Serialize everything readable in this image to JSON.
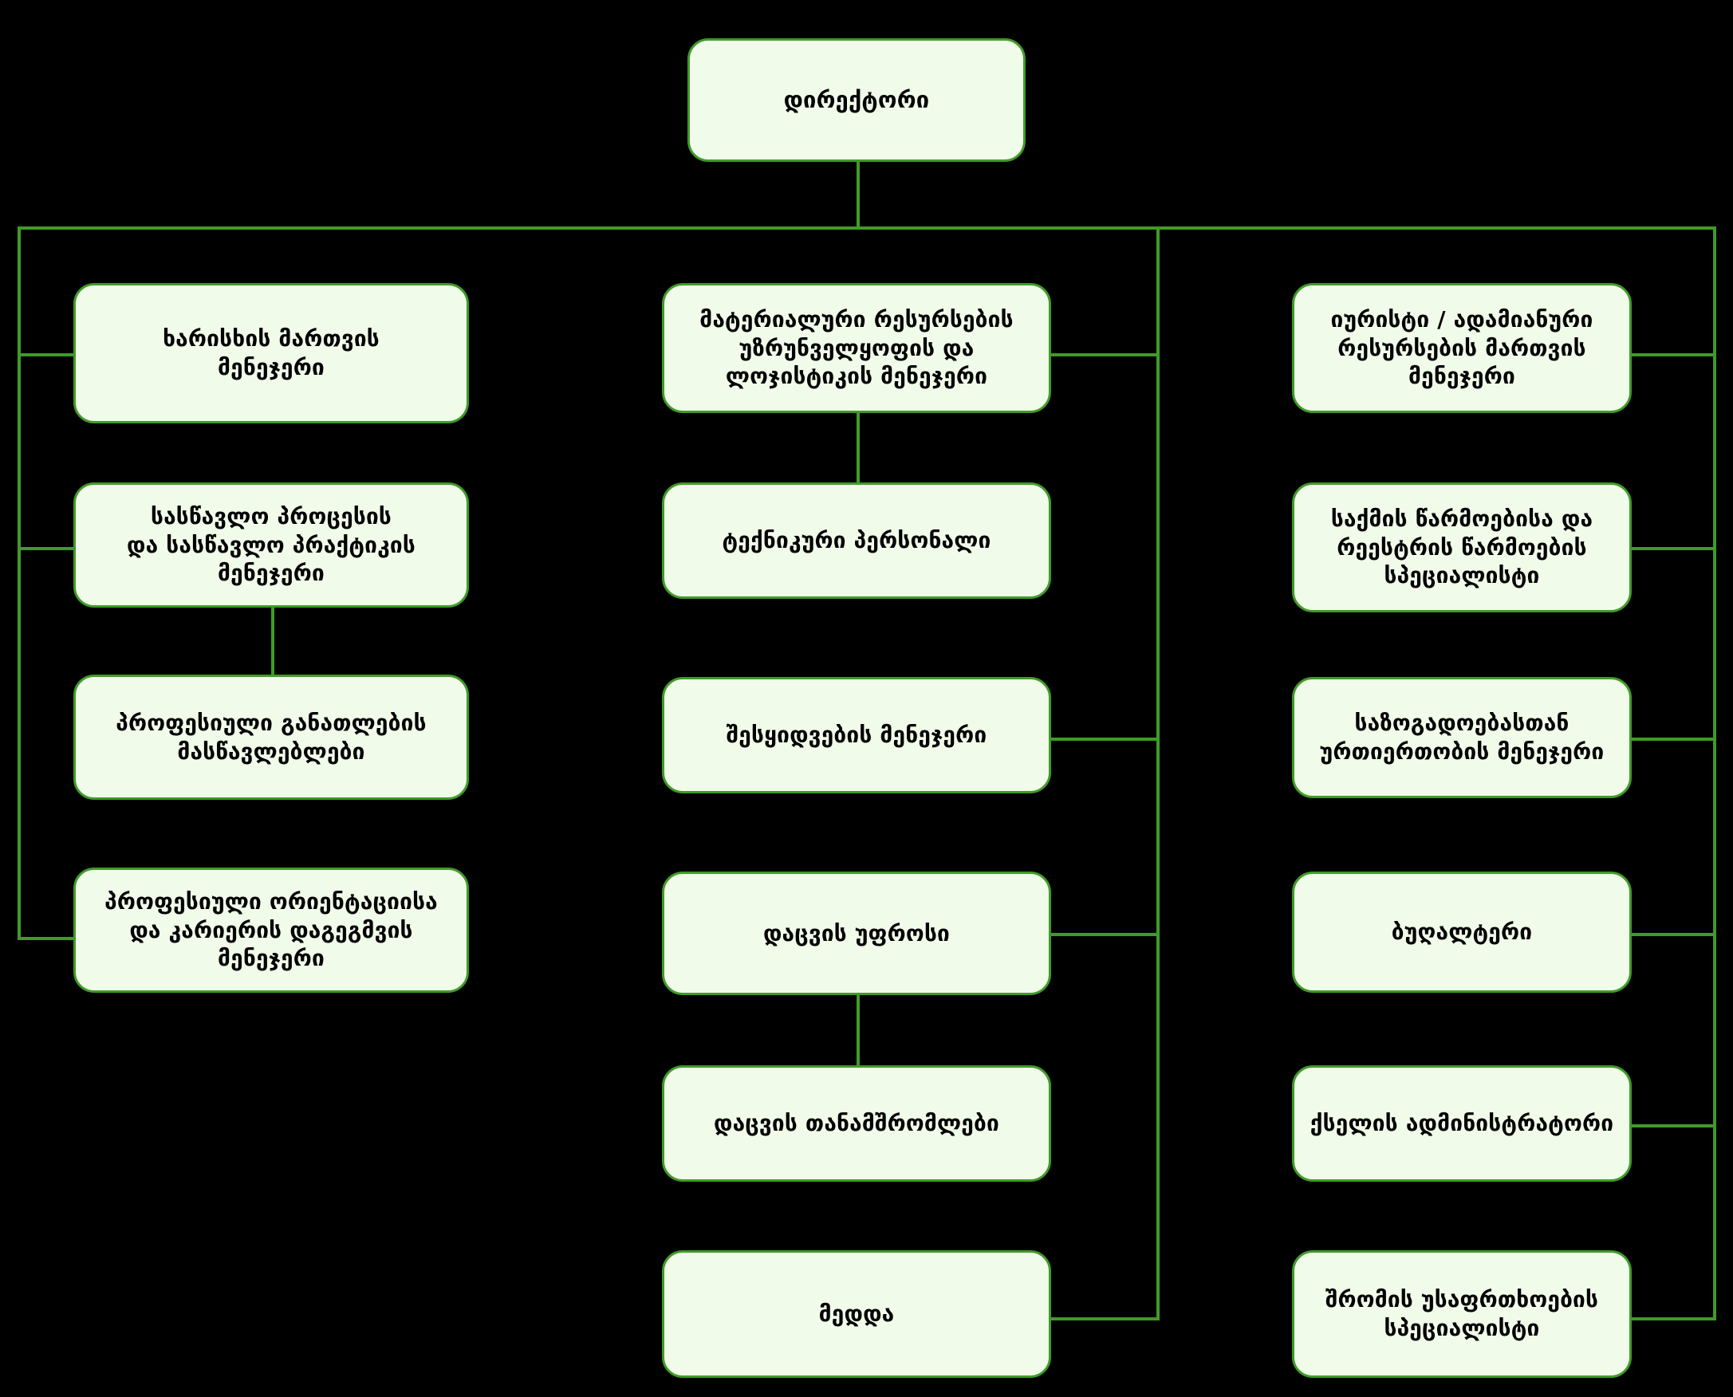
{
  "chart": {
    "title_node": {
      "label": "დირექტორი"
    },
    "colors": {
      "background": "#000000",
      "node_fill": "#f1fbe9",
      "node_border": "#3f9b28",
      "connector": "#3f9b28",
      "text": "#000000"
    },
    "columns": [
      {
        "name": "left-column",
        "nodes": [
          {
            "label": "ხარისხის მართვის\nმენეჯერი"
          },
          {
            "label": "სასწავლო პროცესის\nდა სასწავლო პრაქტიკის\nმენეჯერი"
          },
          {
            "label": "პროფესიული განათლების\nმასწავლებლები"
          },
          {
            "label": "პროფესიული ორიენტაციისა\nდა კარიერის დაგეგმვის\nმენეჯერი"
          }
        ]
      },
      {
        "name": "middle-column",
        "nodes": [
          {
            "label": "მატერიალური რესურსების\nუზრუნველყოფის და\nლოჯისტიკის მენეჯერი"
          },
          {
            "label": "ტექნიკური პერსონალი"
          },
          {
            "label": "შესყიდვების მენეჯერი"
          },
          {
            "label": "დაცვის უფროსი"
          },
          {
            "label": "დაცვის თანამშრომლები"
          },
          {
            "label": "მედდა"
          }
        ]
      },
      {
        "name": "right-column",
        "nodes": [
          {
            "label": "იურისტი / ადამიანური\nრესურსების მართვის\nმენეჯერი"
          },
          {
            "label": "საქმის წარმოებისა და\nრეესტრის წარმოების\nსპეციალისტი"
          },
          {
            "label": "საზოგადოებასთან\nურთიერთობის მენეჯერი"
          },
          {
            "label": "ბუღალტერი"
          },
          {
            "label": "ქსელის ადმინისტრატორი"
          },
          {
            "label": "შრომის უსაფრთხოების\nსპეციალისტი"
          }
        ]
      }
    ]
  }
}
